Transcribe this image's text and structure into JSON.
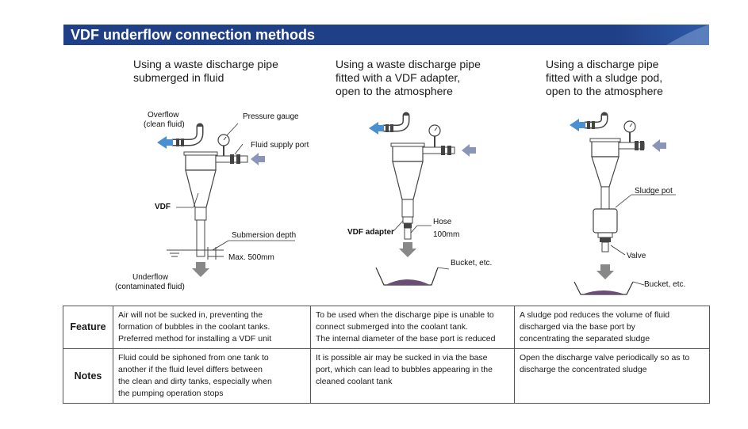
{
  "banner": {
    "title": "VDF underflow connection methods",
    "color": "#1f3f86"
  },
  "methods": [
    {
      "heading": "Using a waste discharge pipe\nsubmerged in fluid"
    },
    {
      "heading": "Using a waste discharge pipe\nfitted with a VDF adapter,\nopen to the atmosphere"
    },
    {
      "heading": "Using a discharge pipe\nfitted with a sludge pod,\nopen to the atmosphere"
    }
  ],
  "diagram1": {
    "overflow_1": "Overflow",
    "overflow_2": "(clean fluid)",
    "pressure_gauge": "Pressure gauge",
    "fluid_supply": "Fluid supply port",
    "vdf": "VDF",
    "submersion_depth": "Submersion depth",
    "max_depth": "Max. 500mm",
    "underflow_1": "Underflow",
    "underflow_2": "(contaminated fluid)"
  },
  "diagram2": {
    "vdf_adapter": "VDF adapter",
    "hose": "Hose",
    "hose_len": "100mm",
    "bucket": "Bucket, etc."
  },
  "diagram3": {
    "sludge_pot": "Sludge pot",
    "valve": "Valve",
    "bucket": "Bucket, etc."
  },
  "table": {
    "rows": [
      {
        "label": "Feature",
        "cells": [
          "Air will not be sucked in, preventing the\nformation of bubbles in the coolant tanks.\nPreferred method for installing a VDF unit",
          "To be used when the discharge pipe is unable to\nconnect submerged into the coolant tank.\nThe internal diameter of the base port is reduced",
          "A sludge pod reduces the volume of fluid\ndischarged via the base port by\nconcentrating the separated sludge"
        ]
      },
      {
        "label": "Notes",
        "cells": [
          "Fluid could be siphoned from one tank to\nanother if the fluid level differs between\nthe clean and dirty tanks, especially when\nthe pumping operation stops",
          "It is possible air may be sucked in via the base\nport, which can lead to bubbles appearing in the\ncleaned coolant tank",
          "Open the discharge valve periodically so as to\ndischarge the concentrated sludge"
        ]
      }
    ]
  }
}
